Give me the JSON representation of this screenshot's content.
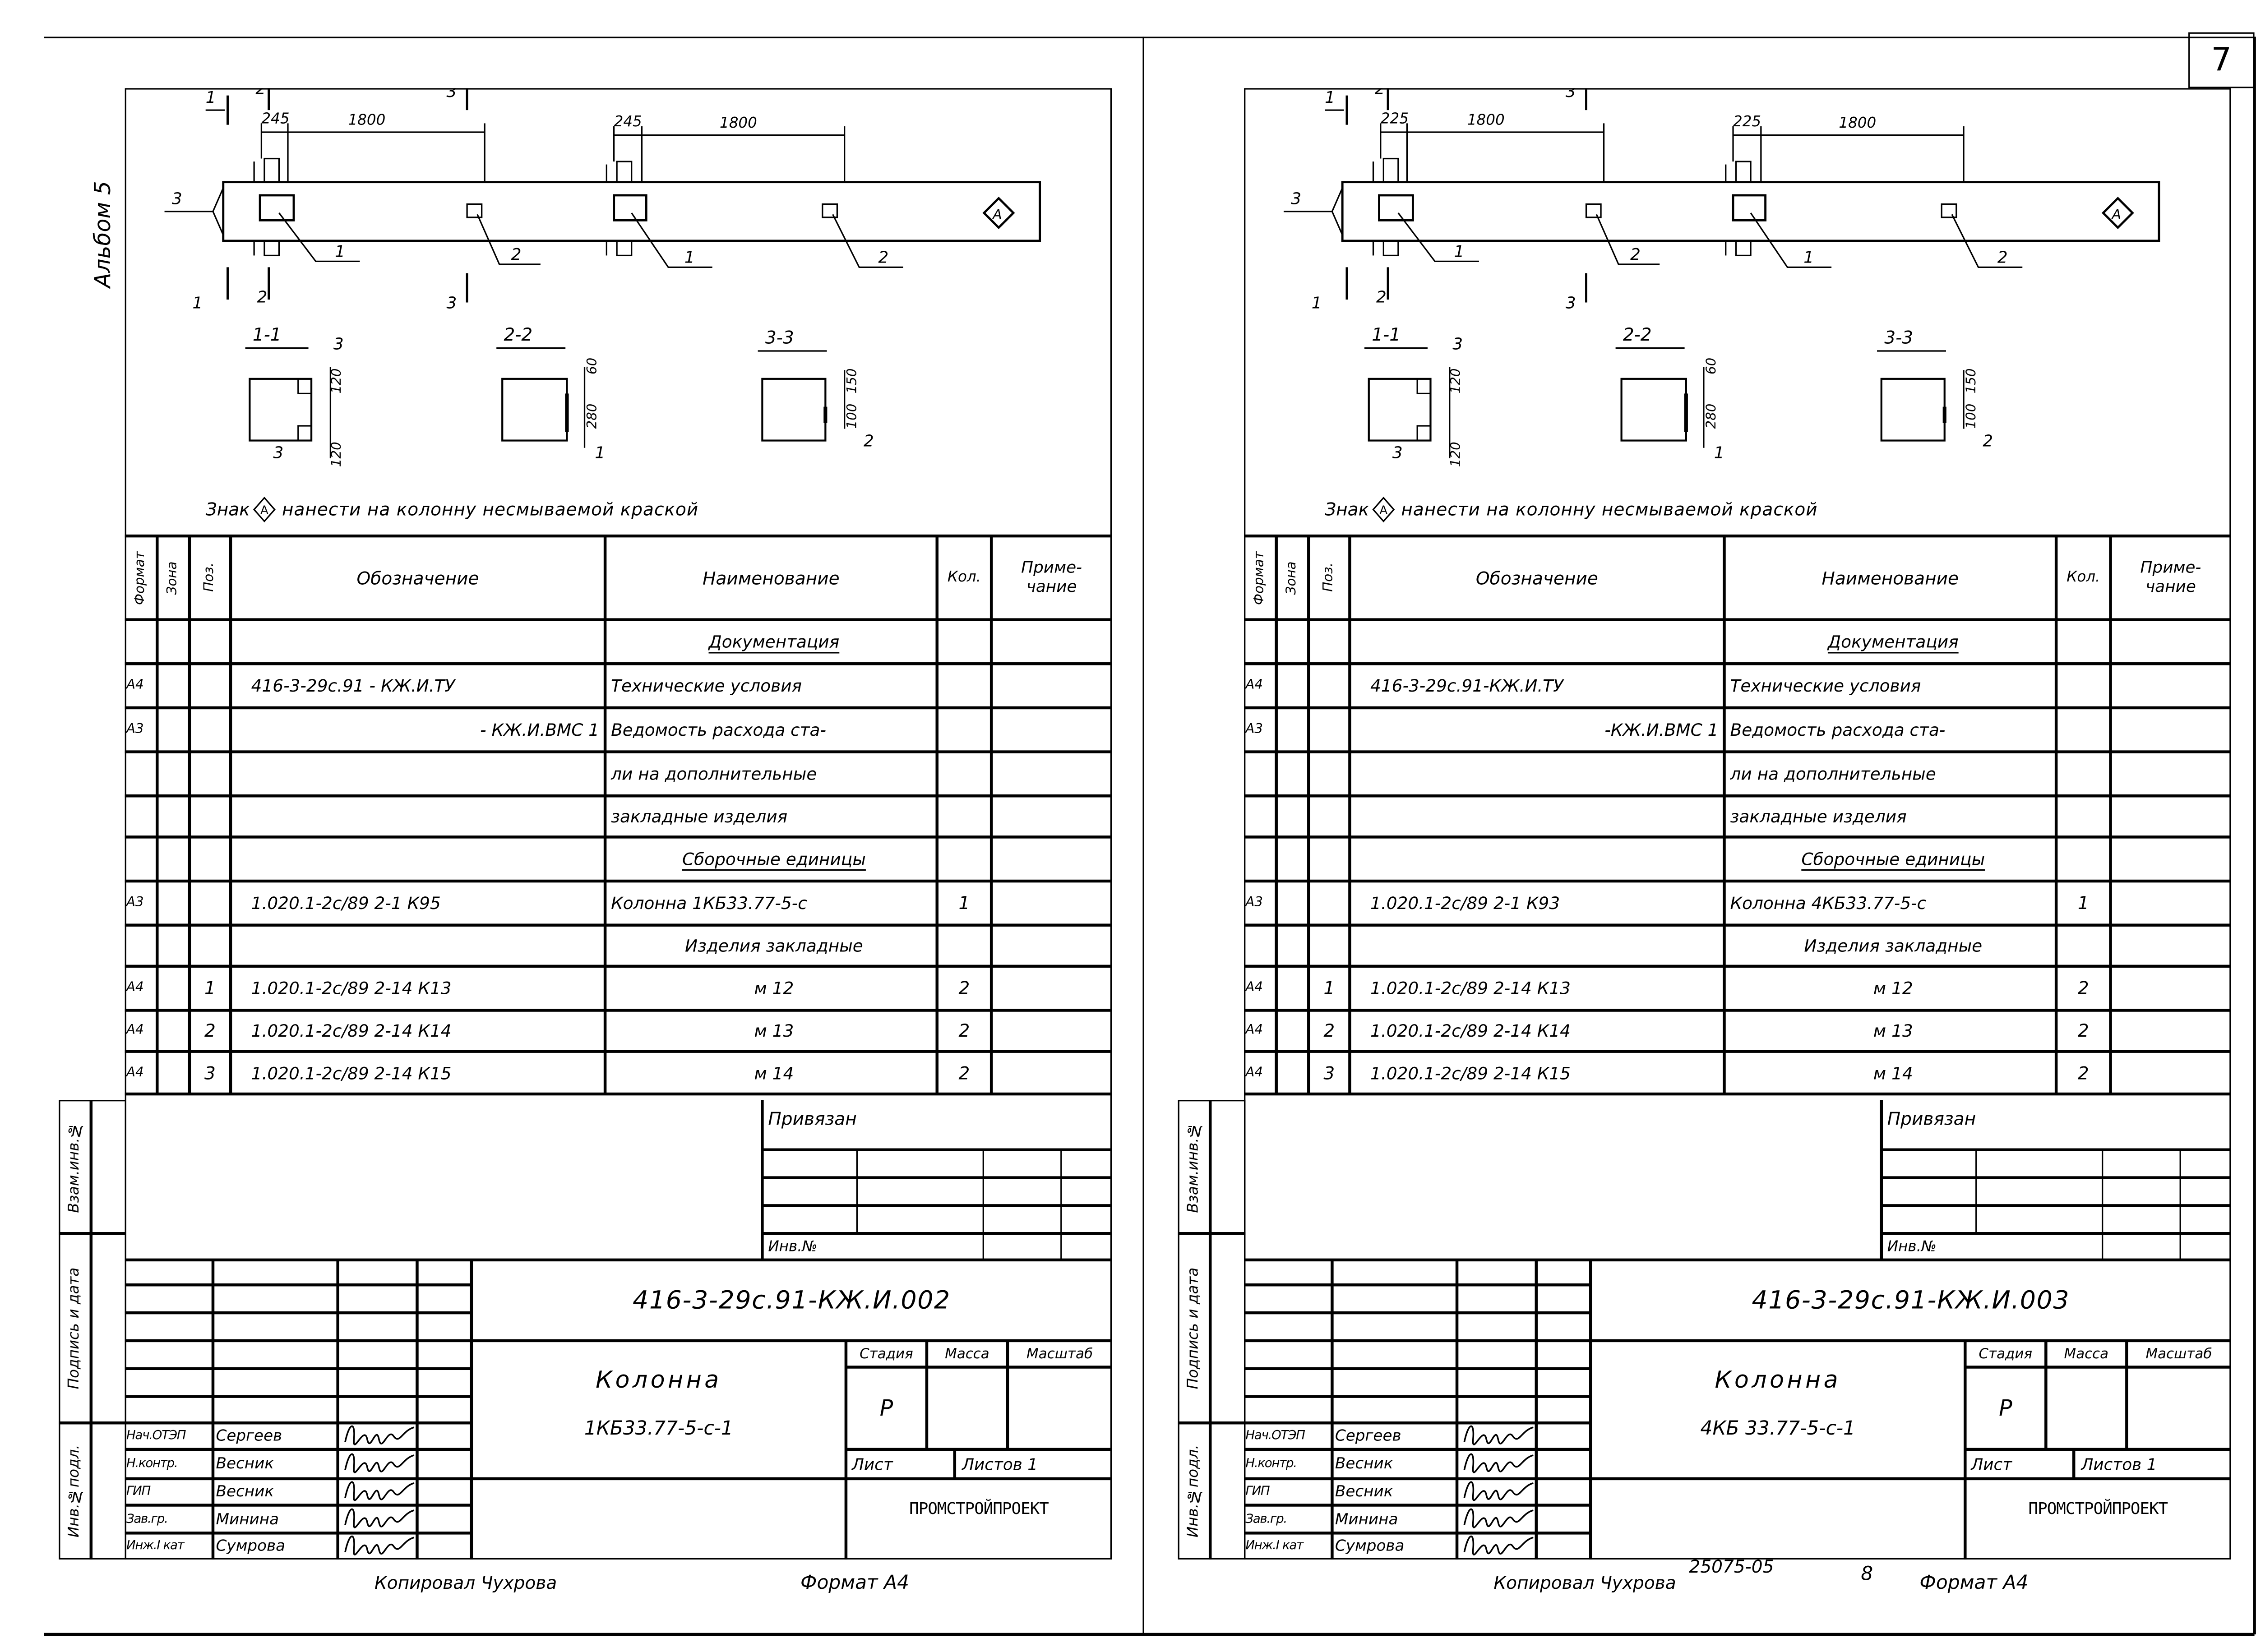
{
  "album": "Альбом 5",
  "sheet_number": "7",
  "table_headers": {
    "format": "Формат",
    "zone": "Зона",
    "pos": "Поз.",
    "designation": "Обозначение",
    "name": "Наименование",
    "qty": "Кол.",
    "note": "Приме-\nчание"
  },
  "side_labels": [
    "Взам.инв.№",
    "Подпись и дата",
    "Инв.№подл."
  ],
  "sheets": [
    {
      "drawing": {
        "dim_small": "245",
        "dim_large": "1800",
        "end_leader": "3",
        "part_leaders": [
          "1",
          "2",
          "1",
          "2"
        ],
        "cut_marks": [
          "1",
          "2",
          "3"
        ],
        "marker": "А",
        "sections": [
          {
            "title": "1-1",
            "dims": [
              "120",
              "120"
            ],
            "leaders": [
              "3",
              "3"
            ]
          },
          {
            "title": "2-2",
            "dims": [
              "60",
              "280"
            ],
            "leaders": [
              "1"
            ]
          },
          {
            "title": "3-3",
            "dims": [
              "150",
              "100"
            ],
            "leaders": [
              "2"
            ]
          }
        ]
      },
      "note": {
        "prefix": "Знак",
        "marker": "А",
        "text": "нанести на колонну несмываемой краской"
      },
      "rows": [
        {
          "format": "",
          "pos": "",
          "designation": "",
          "name": "Документация",
          "qty": "",
          "kind": "section"
        },
        {
          "format": "А4",
          "pos": "",
          "designation": "416-3-29с.91 - КЖ.И.ТУ",
          "name": "Технические условия",
          "qty": "",
          "kind": ""
        },
        {
          "format": "А3",
          "pos": "",
          "designation": "- КЖ.И.ВМС 1",
          "name": "Ведомость расхода ста-",
          "qty": "",
          "kind": ""
        },
        {
          "format": "",
          "pos": "",
          "designation": "",
          "name": "ли на дополнительные",
          "qty": "",
          "kind": ""
        },
        {
          "format": "",
          "pos": "",
          "designation": "",
          "name": "закладные изделия",
          "qty": "",
          "kind": ""
        },
        {
          "format": "",
          "pos": "",
          "designation": "",
          "name": "Сборочные единицы",
          "qty": "",
          "kind": "section"
        },
        {
          "format": "А3",
          "pos": "",
          "designation": "1.020.1-2с/89 2-1 К95",
          "name": "Колонна 1КБ33.77-5-с",
          "qty": "1",
          "kind": ""
        },
        {
          "format": "",
          "pos": "",
          "designation": "",
          "name": "Изделия закладные",
          "qty": "",
          "kind": "center"
        },
        {
          "format": "А4",
          "pos": "1",
          "designation": "1.020.1-2с/89 2-14 К13",
          "name": "м 12",
          "qty": "2",
          "kind": "center"
        },
        {
          "format": "А4",
          "pos": "2",
          "designation": "1.020.1-2с/89 2-14 К14",
          "name": "м 13",
          "qty": "2",
          "kind": "center"
        },
        {
          "format": "А4",
          "pos": "3",
          "designation": "1.020.1-2с/89 2-14 К15",
          "name": "м 14",
          "qty": "2",
          "kind": "center"
        }
      ],
      "bound": "Привязан",
      "inv_no": "Инв.№",
      "title_block": {
        "code": "416-3-29с.91-КЖ.И.002",
        "name_line1": "Колонна",
        "name_line2": "1КБ33.77-5-с-1",
        "stage_headers": [
          "Стадия",
          "Масса",
          "Масштаб"
        ],
        "stage": "Р",
        "sheet_label": "Лист",
        "sheets_label": "Листов 1",
        "organization": "ПРОМСТРОЙПРОЕКТ",
        "signatures": [
          {
            "role": "Нач.ОТЭП",
            "name": "Сергеев"
          },
          {
            "role": "Н.контр.",
            "name": "Весник"
          },
          {
            "role": "ГИП",
            "name": "Весник"
          },
          {
            "role": "Зав.гр.",
            "name": "Минина"
          },
          {
            "role": "Инж.I кат",
            "name": "Сумрова"
          }
        ]
      },
      "footer": {
        "copied": "Копировал Чухрова",
        "extra": "",
        "page": "",
        "format": "Формат А4"
      }
    },
    {
      "drawing": {
        "dim_small": "225",
        "dim_large": "1800",
        "end_leader": "3",
        "part_leaders": [
          "1",
          "2",
          "1",
          "2"
        ],
        "cut_marks": [
          "1",
          "2",
          "3"
        ],
        "marker": "А",
        "sections": [
          {
            "title": "1-1",
            "dims": [
              "120",
              "120"
            ],
            "leaders": [
              "3",
              "3"
            ]
          },
          {
            "title": "2-2",
            "dims": [
              "60",
              "280"
            ],
            "leaders": [
              "1"
            ]
          },
          {
            "title": "3-3",
            "dims": [
              "150",
              "100"
            ],
            "leaders": [
              "2"
            ]
          }
        ]
      },
      "note": {
        "prefix": "Знак",
        "marker": "А",
        "text": "нанести на колонну несмываемой краской"
      },
      "rows": [
        {
          "format": "",
          "pos": "",
          "designation": "",
          "name": "Документация",
          "qty": "",
          "kind": "section"
        },
        {
          "format": "А4",
          "pos": "",
          "designation": "416-3-29с.91-КЖ.И.ТУ",
          "name": "Технические условия",
          "qty": "",
          "kind": ""
        },
        {
          "format": "А3",
          "pos": "",
          "designation": "-КЖ.И.ВМС 1",
          "name": "Ведомость расхода ста-",
          "qty": "",
          "kind": ""
        },
        {
          "format": "",
          "pos": "",
          "designation": "",
          "name": "ли на дополнительные",
          "qty": "",
          "kind": ""
        },
        {
          "format": "",
          "pos": "",
          "designation": "",
          "name": "закладные изделия",
          "qty": "",
          "kind": ""
        },
        {
          "format": "",
          "pos": "",
          "designation": "",
          "name": "Сборочные единицы",
          "qty": "",
          "kind": "section"
        },
        {
          "format": "А3",
          "pos": "",
          "designation": "1.020.1-2с/89 2-1 К93",
          "name": "Колонна 4КБ33.77-5-с",
          "qty": "1",
          "kind": ""
        },
        {
          "format": "",
          "pos": "",
          "designation": "",
          "name": "Изделия закладные",
          "qty": "",
          "kind": "center"
        },
        {
          "format": "А4",
          "pos": "1",
          "designation": "1.020.1-2с/89 2-14 К13",
          "name": "м 12",
          "qty": "2",
          "kind": "center"
        },
        {
          "format": "А4",
          "pos": "2",
          "designation": "1.020.1-2с/89 2-14 К14",
          "name": "м 13",
          "qty": "2",
          "kind": "center"
        },
        {
          "format": "А4",
          "pos": "3",
          "designation": "1.020.1-2с/89 2-14 К15",
          "name": "м 14",
          "qty": "2",
          "kind": "center"
        }
      ],
      "bound": "Привязан",
      "inv_no": "Инв.№",
      "title_block": {
        "code": "416-3-29с.91-КЖ.И.003",
        "name_line1": "Колонна",
        "name_line2": "4КБ 33.77-5-с-1",
        "stage_headers": [
          "Стадия",
          "Масса",
          "Масштаб"
        ],
        "stage": "Р",
        "sheet_label": "Лист",
        "sheets_label": "Листов 1",
        "organization": "ПРОМСТРОЙПРОЕКТ",
        "signatures": [
          {
            "role": "Нач.ОТЭП",
            "name": "Сергеев"
          },
          {
            "role": "Н.контр.",
            "name": "Весник"
          },
          {
            "role": "ГИП",
            "name": "Весник"
          },
          {
            "role": "Зав.гр.",
            "name": "Минина"
          },
          {
            "role": "Инж.I кат",
            "name": "Сумрова"
          }
        ]
      },
      "footer": {
        "copied": "Копировал Чухрова",
        "extra": "25075-05",
        "page": "8",
        "format": "Формат А4"
      }
    }
  ]
}
